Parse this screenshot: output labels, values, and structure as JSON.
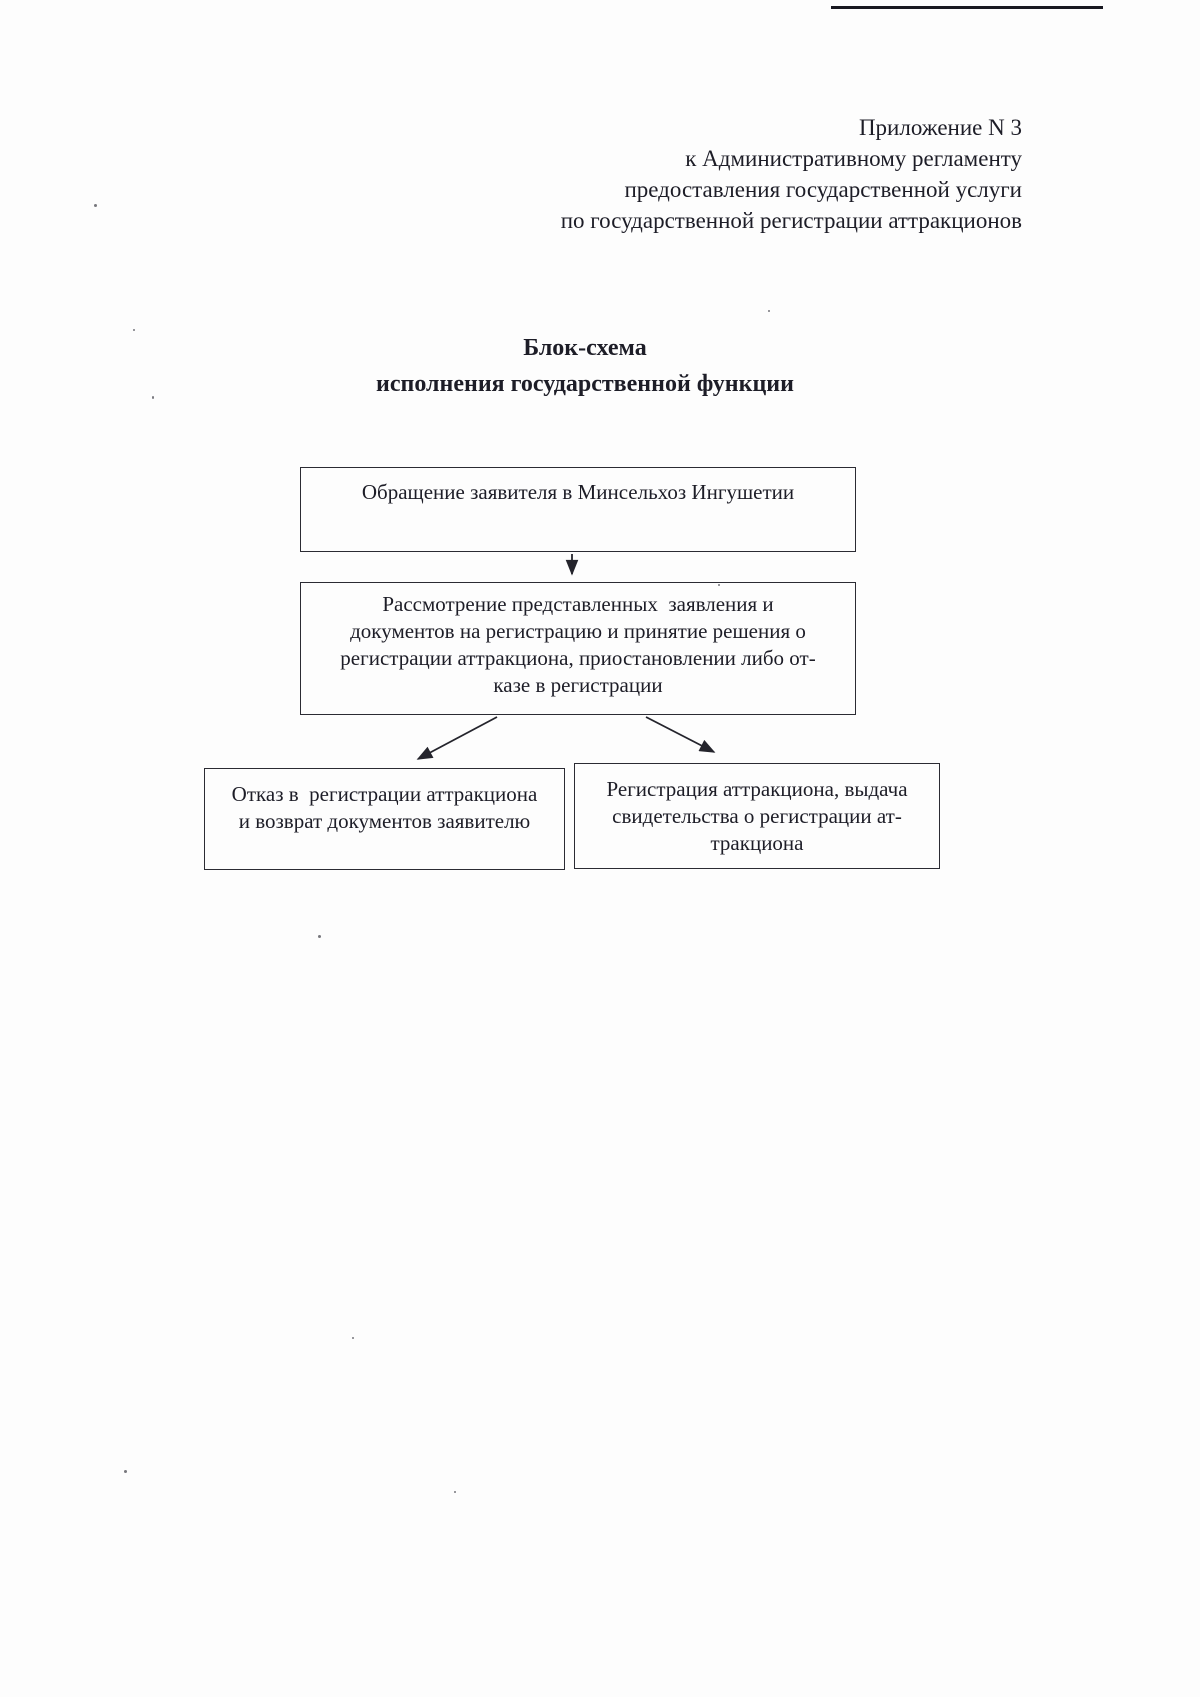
{
  "header": {
    "lines": [
      "Приложение N 3",
      "к Административному регламенту",
      "предоставления государственной услуги",
      "по государственной регистрации аттракционов"
    ]
  },
  "title": {
    "lines": [
      "Блок-схема",
      "исполнения государственной функции"
    ]
  },
  "flowchart": {
    "type": "flowchart",
    "nodes": [
      {
        "id": "applicant-request",
        "lines": [
          "Обращение заявителя в Минсельхоз Ингушетии"
        ]
      },
      {
        "id": "review-decision",
        "lines": [
          "Рассмотрение представленных  заявления и",
          "документов на регистрацию и принятие решения о",
          "регистрации аттракциона, приостановлении либо от-",
          "казе в регистрации"
        ]
      },
      {
        "id": "refusal-return",
        "lines": [
          "Отказ в  регистрации аттракциона",
          "и возврат документов заявителю"
        ]
      },
      {
        "id": "registration-certificate",
        "lines": [
          "Регистрация аттракциона, выдача",
          "свидетельства о регистрации ат-",
          "тракциона"
        ]
      }
    ],
    "edges": [
      {
        "from": "applicant-request",
        "to": "review-decision"
      },
      {
        "from": "review-decision",
        "to": "refusal-return"
      },
      {
        "from": "review-decision",
        "to": "registration-certificate"
      }
    ],
    "colors": {
      "ink": "#1d1d27",
      "border": "#2b2b33",
      "background": "#fdfdfd"
    }
  }
}
